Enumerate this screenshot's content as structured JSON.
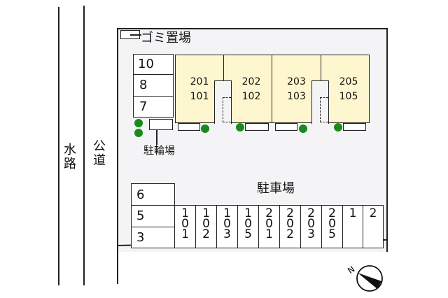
{
  "roads": {
    "waterway": "水路",
    "public_road": "公道"
  },
  "garbage": {
    "label": "ゴミ置場"
  },
  "bicycle": {
    "label": "駐輪場"
  },
  "parking": {
    "label": "駐車場"
  },
  "building_units": [
    {
      "upper": "201",
      "lower": "101"
    },
    {
      "upper": "202",
      "lower": "102"
    },
    {
      "upper": "203",
      "lower": "103"
    },
    {
      "upper": "205",
      "lower": "105"
    }
  ],
  "left_stalls_top": [
    "10",
    "8",
    "7"
  ],
  "left_stalls_bottom": [
    "6",
    "5",
    "3"
  ],
  "bottom_stalls": [
    "1\n0\n1",
    "1\n0\n2",
    "1\n0\n3",
    "1\n0\n5",
    "2\n0\n1",
    "2\n0\n2",
    "2\n0\n3",
    "2\n0\n5",
    "1",
    "2"
  ],
  "compass": {
    "label": "N"
  },
  "colors": {
    "unit_fill": "#fdf6cf",
    "tree_green": "#1a8a1a",
    "lot_fill": "#f4f4f6"
  }
}
